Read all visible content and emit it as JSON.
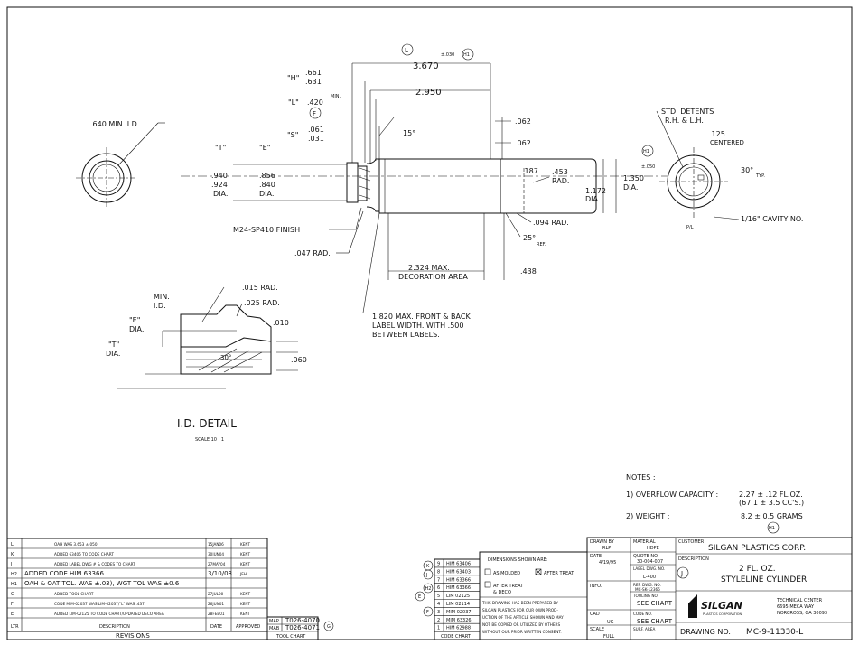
{
  "dims": {
    "L_circle": "L",
    "L_len": "3.670",
    "L_tol": "±.030",
    "H1_circle": "H1",
    "H_label": "\"H\"",
    "H_hi": ".661",
    "H_lo": ".631",
    "L_label": "\"L\"",
    "L_val": ".420",
    "min": "MIN.",
    "F_circle": "F",
    "d_2950": "2.950",
    "S_label": "\"S\"",
    "S_hi": ".061",
    "S_lo": ".031",
    "deg15": "15°",
    "d062a": ".062",
    "d062b": ".062",
    "T_label": "\"T\"",
    "E_label": "\"E\"",
    "T_hi": ".940",
    "T_lo": ".924",
    "E_hi": ".856",
    "E_lo": ".840",
    "dia": "DIA.",
    "d187": ".187",
    "d453": ".453",
    "rad": "RAD.",
    "d1172": "1.172",
    "d1350": "1.350",
    "d1350_tol": "±.050",
    "finish": "M24-SP410 FINISH",
    "d094": ".094 RAD.",
    "deg25": "25°",
    "ref": "REF.",
    "d047": ".047 RAD.",
    "d2324": "2.324 MAX.",
    "deco_area": "DECORATION AREA",
    "d438": ".438",
    "min_id": ".640 MIN. I.D.",
    "label_note_1": "1.820 MAX. FRONT & BACK",
    "label_note_2": "LABEL WIDTH.  WITH .500",
    "label_note_3": "BETWEEN LABELS.",
    "detents_1": "STD. DETENTS",
    "detents_2": "R.H. & L.H.",
    "d125": ".125",
    "centered": "CENTERED",
    "deg30": "30°",
    "typ": "TYP.",
    "cavity": "1/16\" CAVITY NO.",
    "pl": "P/L"
  },
  "detail": {
    "d015": ".015 RAD.",
    "d025": ".025 RAD.",
    "min": "MIN.",
    "id": "I.D.",
    "E": "\"E\"",
    "dia": "DIA.",
    "T": "\"T\"",
    "d010": ".010",
    "d060": ".060",
    "deg30": "30°",
    "title": "I.D. DETAIL",
    "scale": "SCALE  10 : 1"
  },
  "notes": {
    "title": "NOTES :",
    "n1_label": "1)  OVERFLOW CAPACITY :",
    "n1_val1": "2.27 ± .12 FL.OZ.",
    "n1_val2": "(67.1 ± 3.5 CC'S.)",
    "n2_label": "2)  WEIGHT :",
    "n2_val": "8.2 ± 0.5 GRAMS",
    "n2_circle": "H1"
  },
  "revisions": {
    "rows": [
      {
        "ltr": "L",
        "desc": "OAH WAS 3.653 ±.050",
        "date": "15JAN06",
        "appr": "KENT"
      },
      {
        "ltr": "K",
        "desc": "ADDED 63406 TO CODE CHART",
        "date": "30JUN04",
        "appr": "KENT"
      },
      {
        "ltr": "J",
        "desc": "ADDED LABEL DWG # & CODES TO CHART",
        "date": "27MAY04",
        "appr": "KENT"
      },
      {
        "ltr": "H2",
        "desc": "ADDED CODE HIM 63366",
        "date": "3/10/03",
        "appr": "JEH"
      },
      {
        "ltr": "H1",
        "desc": "OAH & OAT TOL. WAS ±.03), WGT TOL WAS ±0.6",
        "date": "",
        "appr": ""
      },
      {
        "ltr": "G",
        "desc": "ADDED TOOL CHART",
        "date": "27JUL00",
        "appr": "KENT"
      },
      {
        "ltr": "F",
        "desc": "CODE MIM-02037 WAS LIM-02037/\"L\" WAS .437",
        "date": "26JUN01",
        "appr": "KENT"
      },
      {
        "ltr": "E",
        "desc": "ADDED LIM-02125 TO CODE CHART/UPDATED DECO AREA",
        "date": "28FEB01",
        "appr": "KENT"
      }
    ],
    "hdr_ltr": "LTR",
    "hdr_desc": "DESCRIPTION",
    "hdr_date": "DATE",
    "hdr_appr": "APPROVED",
    "footer": "REVISIONS"
  },
  "tool_chart": {
    "rows": [
      {
        "k": "MAP",
        "v": "T026-4070"
      },
      {
        "k": "MAB",
        "v": "T026-4071"
      }
    ],
    "footer": "TOOL CHART",
    "circle": "G"
  },
  "code_chart": {
    "rows": [
      {
        "n": "9",
        "c": "HIM 63406"
      },
      {
        "n": "8",
        "c": "HIM 63403"
      },
      {
        "n": "7",
        "c": "HIM 63366"
      },
      {
        "n": "6",
        "c": "HIM 63366"
      },
      {
        "n": "5",
        "c": "LIM 02125"
      },
      {
        "n": "4",
        "c": "LIM 02114"
      },
      {
        "n": "3",
        "c": "MIM 02037"
      },
      {
        "n": "2",
        "c": "MIM 63326"
      },
      {
        "n": "1",
        "c": "HIM 62988"
      }
    ],
    "footer": "CODE CHART",
    "circles": [
      "K",
      "J",
      "H2",
      "E",
      "F"
    ]
  },
  "dimensions_shown": {
    "title": "DIMENSIONS SHOWN ARE:",
    "as_molded": "AS MOLDED",
    "after_treat": "AFTER TREAT",
    "after_treat_deco_1": "AFTER TREAT",
    "after_treat_deco_2": "& DECO",
    "prep_1": "THIS DRAWING HAS BEEN PREPARED BY",
    "prep_2": "SILGAN PLASTICS FOR OUR OWN PROD-",
    "prep_3": "UCTION OF THE ARTICLE SHOWN AND MAY",
    "prep_4": "NOT BE COPIED OR UTILIZED BY OTHERS",
    "prep_5": "WITHOUT OUR PRIOR WRITTEN CONSENT."
  },
  "title_block": {
    "drawn_by_lbl": "DRAWN BY",
    "drawn_by": "RLP",
    "material_lbl": "MATERIAL",
    "material": "HDPE",
    "customer_lbl": "CUSTOMER",
    "customer": "SILGAN PLASTICS CORP.",
    "date_lbl": "DATE",
    "date": "4/19/95",
    "quote_lbl": "QUOTE NO.",
    "quote": "30-004-007",
    "description_lbl": "DESCRIPTION",
    "desc_1": "2 FL. OZ.",
    "desc_2": "STYLELINE CYLINDER",
    "desc_circle": "J",
    "label_lbl": "LABEL DWG. NO.",
    "label": "L-400",
    "info_lbl": "INFO.",
    "refdwg_lbl": "REF. DWG. NO.",
    "refdwg": "MC-SK-12366",
    "tooling_lbl": "TOOLING NO.",
    "tooling": "SEE CHART",
    "cad_lbl": "CAD",
    "cad": "UG",
    "code_lbl": "CODE NO.",
    "code": "SEE CHART",
    "scale_lbl": "SCALE",
    "scale": "FULL",
    "surf_lbl": "SURF. AREA",
    "logo": "SILGAN",
    "logo_sub": "PLASTICS CORPORATION",
    "tc_1": "TECHNICAL CENTER",
    "tc_2": "6695 MECA WAY",
    "tc_3": "NORCROSS, GA  30093",
    "dwgno_lbl": "DRAWING NO.",
    "dwgno": "MC-9-11330-L"
  }
}
